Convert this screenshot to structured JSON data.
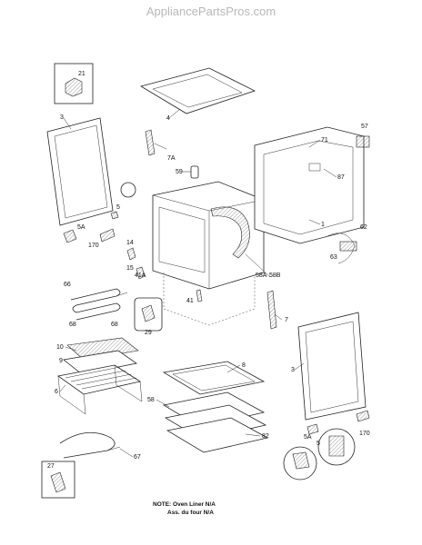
{
  "watermark": "AppliancePartsPros.com",
  "callouts": [
    "21",
    "3",
    "4",
    "7A",
    "59",
    "57",
    "71",
    "87",
    "5",
    "5A",
    "170",
    "1",
    "62",
    "14",
    "15",
    "41A",
    "58A",
    "58B",
    "63",
    "66",
    "68",
    "68",
    "29",
    "41",
    "7",
    "10",
    "9",
    "6",
    "8",
    "3",
    "58",
    "82",
    "5A",
    "5",
    "170",
    "67",
    "27"
  ],
  "note": {
    "line1": "NOTE: Oven Liner N/A",
    "line2": "Ass. du four N/A"
  }
}
